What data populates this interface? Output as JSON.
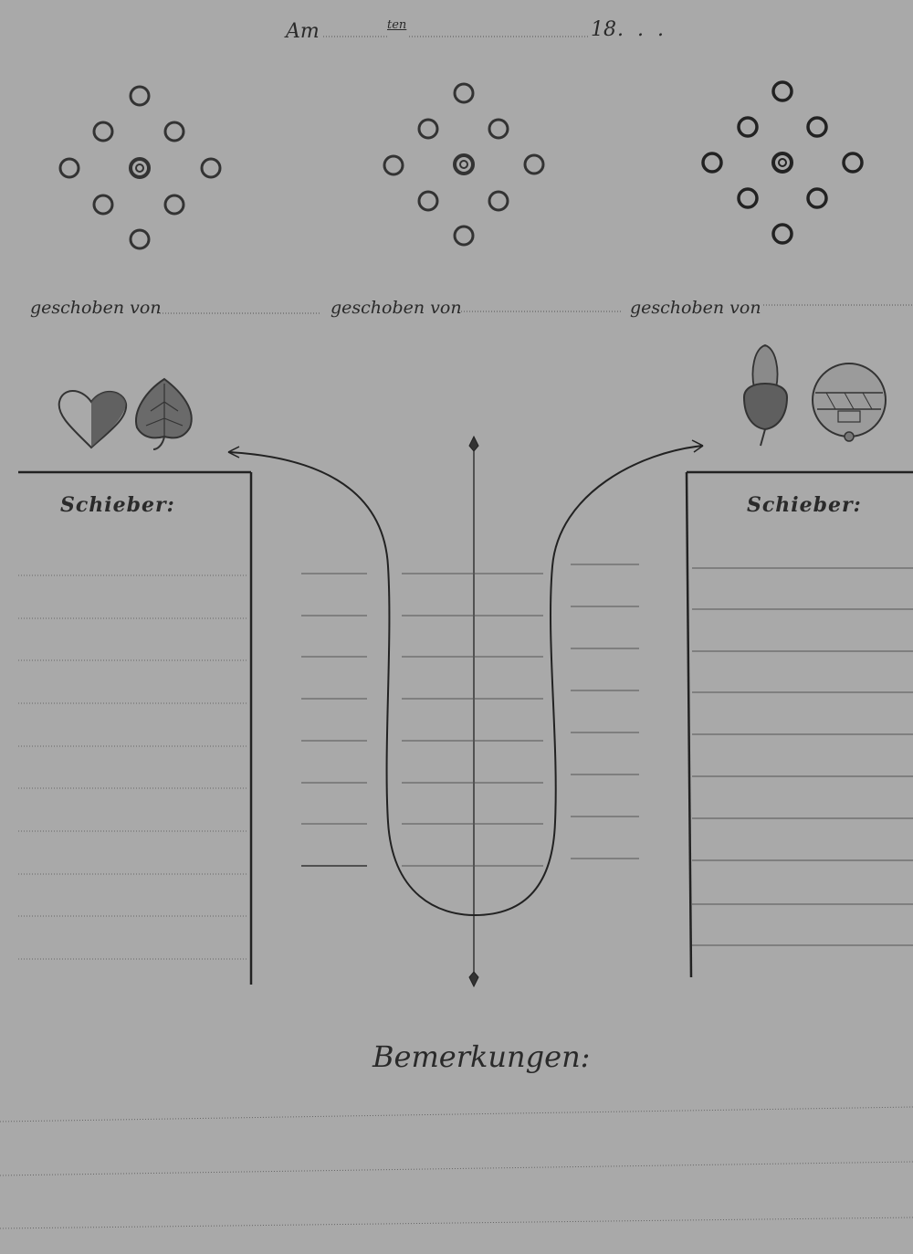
{
  "header": {
    "am_label": "Am",
    "ten_label": "ten",
    "year_label": "18",
    "year_dots": ". . ."
  },
  "patterns": [
    {
      "pushed_by_label": "geschoben von"
    },
    {
      "pushed_by_label": "geschoben von"
    },
    {
      "pushed_by_label": "geschoben von"
    }
  ],
  "suits": {
    "left": [
      "heart-icon",
      "leaf-icon"
    ],
    "right": [
      "acorn-icon",
      "bell-icon"
    ]
  },
  "slider_panels": {
    "left_label": "Schieber:",
    "right_label": "Schieber:"
  },
  "remarks": {
    "label": "Bemerkungen:"
  }
}
